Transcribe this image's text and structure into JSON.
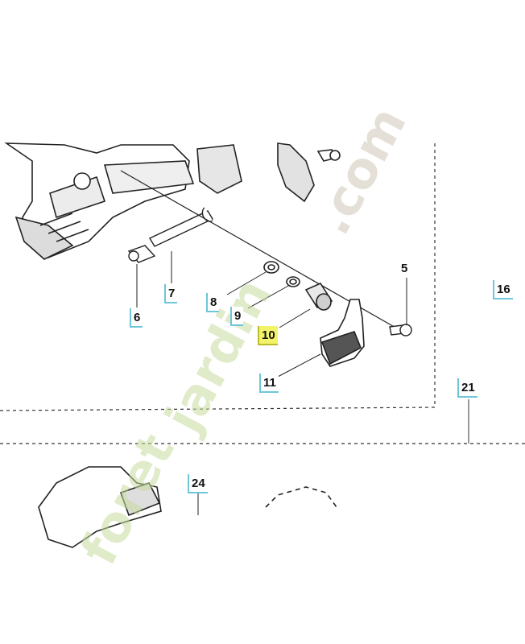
{
  "parts": {
    "p5": "5",
    "p6": "6",
    "p7": "7",
    "p8": "8",
    "p9": "9",
    "p10": "10",
    "p11": "11",
    "p16": "16",
    "p21": "21",
    "p24": "24"
  },
  "highlighted_part": "10",
  "watermark": {
    "part1": "foret",
    "part2": "jardin",
    "part3": ".com",
    "colors": {
      "green": "#c8dca0",
      "orange": "#f2c48a",
      "gray": "#cfc8b8"
    }
  },
  "colors": {
    "callout_border": "#6ec6d8",
    "highlight": "#f3f36a",
    "line": "#222222"
  }
}
